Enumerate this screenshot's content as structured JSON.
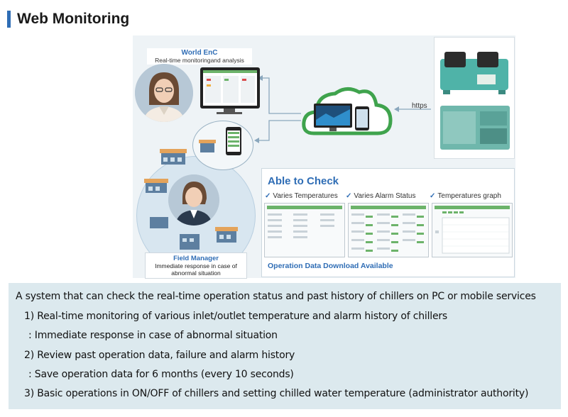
{
  "heading": "Web Monitoring",
  "diagram": {
    "world_enc": {
      "title": "World EnC",
      "subtitle": "Real-time monitoringand analysis"
    },
    "https_label": "https",
    "field_manager": {
      "title": "Field Manager",
      "subtitle_line1": "Immediate response in case of",
      "subtitle_line2": "abnormal situation"
    },
    "able_to_check": {
      "title": "Able to Check",
      "items": [
        "Varies Temperatures",
        "Varies Alarm Status",
        "Temperatures graph"
      ],
      "footer": "Operation Data Download Available"
    }
  },
  "info": {
    "intro": "A system that can check the real-time operation status and past history of chillers on PC or mobile services",
    "lines": [
      "1) Real-time monitoring of various inlet/outlet temperature and alarm history of chillers",
      "  : Immediate response in case of abnormal situation",
      "2) Review past operation data, failure and alarm history",
      "  : Save operation data for 6 months (every 10 seconds)",
      "3) Basic operations in ON/OFF of chillers and setting chilled water temperature (administrator authority)"
    ]
  },
  "colors": {
    "accent": "#2f6db5",
    "cloud": "#3fa34d",
    "panel_bg": "#dce9ee"
  }
}
